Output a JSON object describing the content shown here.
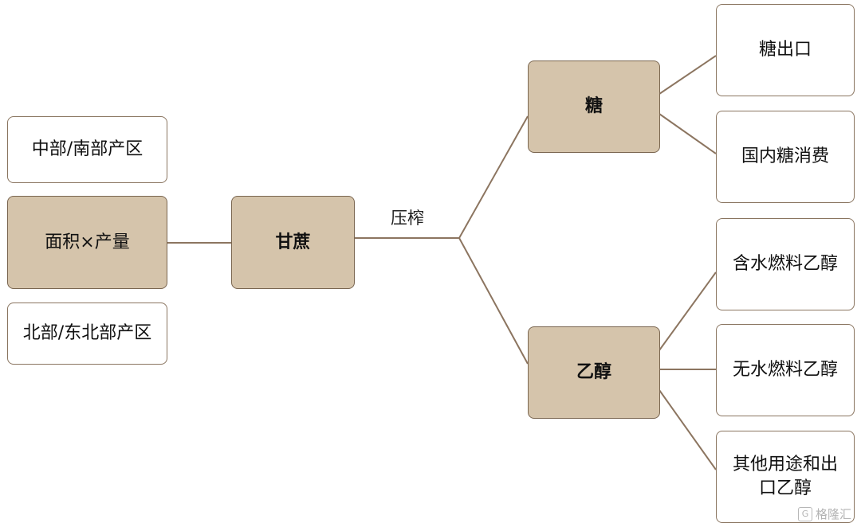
{
  "diagram": {
    "nodes": {
      "central_south": "中部/南部产区",
      "area_yield": "面积×产量",
      "north_northeast": "北部/东北部产区",
      "sugarcane": "甘蔗",
      "sugar": "糖",
      "ethanol": "乙醇",
      "sugar_export": "糖出口",
      "domestic_sugar": "国内糖消费",
      "hydrous_ethanol": "含水燃料乙醇",
      "anhydrous_ethanol": "无水燃料乙醇",
      "other_ethanol": "其他用途和出口乙醇"
    },
    "edge_label": "压榨"
  },
  "watermark": "格隆汇",
  "icons": {
    "watermark": "g-logo-icon"
  },
  "colors": {
    "fill": "#d5c4ab",
    "border": "#8a7560",
    "line": "#8c7560"
  }
}
